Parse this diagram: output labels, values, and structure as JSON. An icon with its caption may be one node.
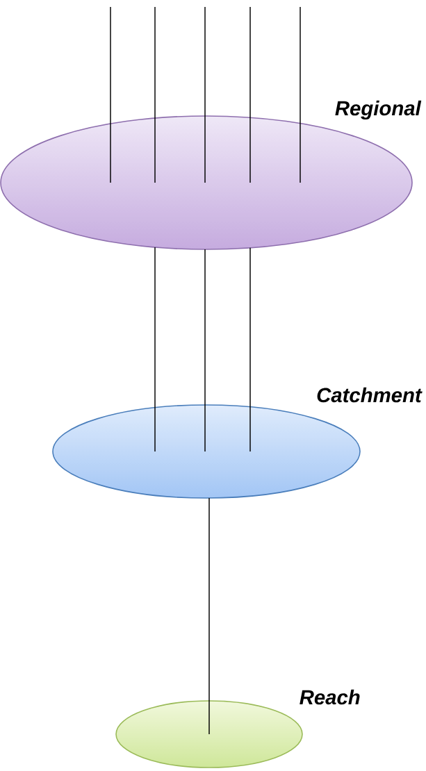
{
  "diagram": {
    "nodes": [
      {
        "text": [
          "Regional"
        ]
      },
      {
        "text": [
          "Catchment"
        ]
      },
      {
        "text": [
          "Reach"
        ]
      }
    ],
    "edges": [
      {
        "from": null,
        "to": 0,
        "arrow": "none"
      },
      {
        "from": null,
        "to": 0,
        "arrow": "none"
      },
      {
        "from": null,
        "to": 0,
        "arrow": "none"
      },
      {
        "from": null,
        "to": 0,
        "arrow": "none"
      },
      {
        "from": null,
        "to": 0,
        "arrow": "none"
      },
      {
        "from": 0,
        "to": 1,
        "arrow": "none"
      },
      {
        "from": 0,
        "to": 1,
        "arrow": "none"
      },
      {
        "from": 0,
        "to": 1,
        "arrow": "none"
      },
      {
        "from": 1,
        "to": 2,
        "arrow": "none"
      }
    ]
  }
}
